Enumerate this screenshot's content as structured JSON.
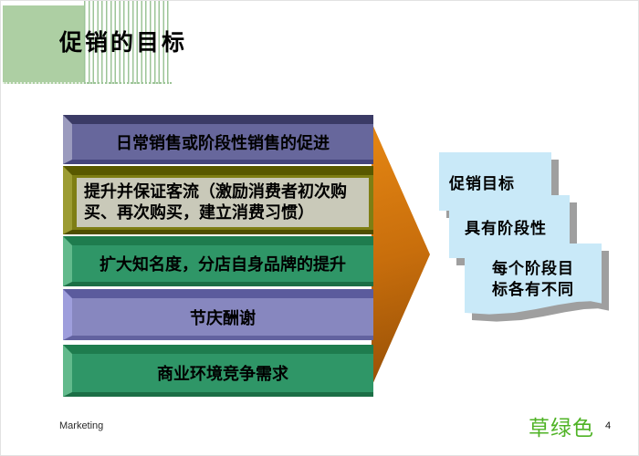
{
  "title": "促销的目标",
  "bars": [
    {
      "label": "日常销售或阶段性销售的促进",
      "color": "#67679C"
    },
    {
      "label": "提升并保证客流（激励消费者初次购买、再次购买，建立消费习惯）",
      "color": "#7E7E14",
      "panel_color": "#C9C9B9"
    },
    {
      "label": "扩大知名度，分店自身品牌的提升",
      "color": "#2F9667"
    },
    {
      "label": "节庆酬谢",
      "color": "#8787BF"
    },
    {
      "label": "商业环境竞争需求",
      "color": "#2F9667"
    }
  ],
  "notes": [
    {
      "label": "促销目标"
    },
    {
      "label": "具有阶段性"
    },
    {
      "label": "每个阶段目\n标各有不同"
    }
  ],
  "footer": {
    "left_text": "Marketing",
    "theme_name": "草绿色",
    "page_number": "4"
  },
  "colors": {
    "deco_green": "#ADCFA3",
    "stripe_green": "#9CC497",
    "arrow_orange": "#C86E0C",
    "note_bg": "#C9E9F8",
    "note_shadow": "#9F9F9F",
    "footer_green": "#4FB325"
  }
}
